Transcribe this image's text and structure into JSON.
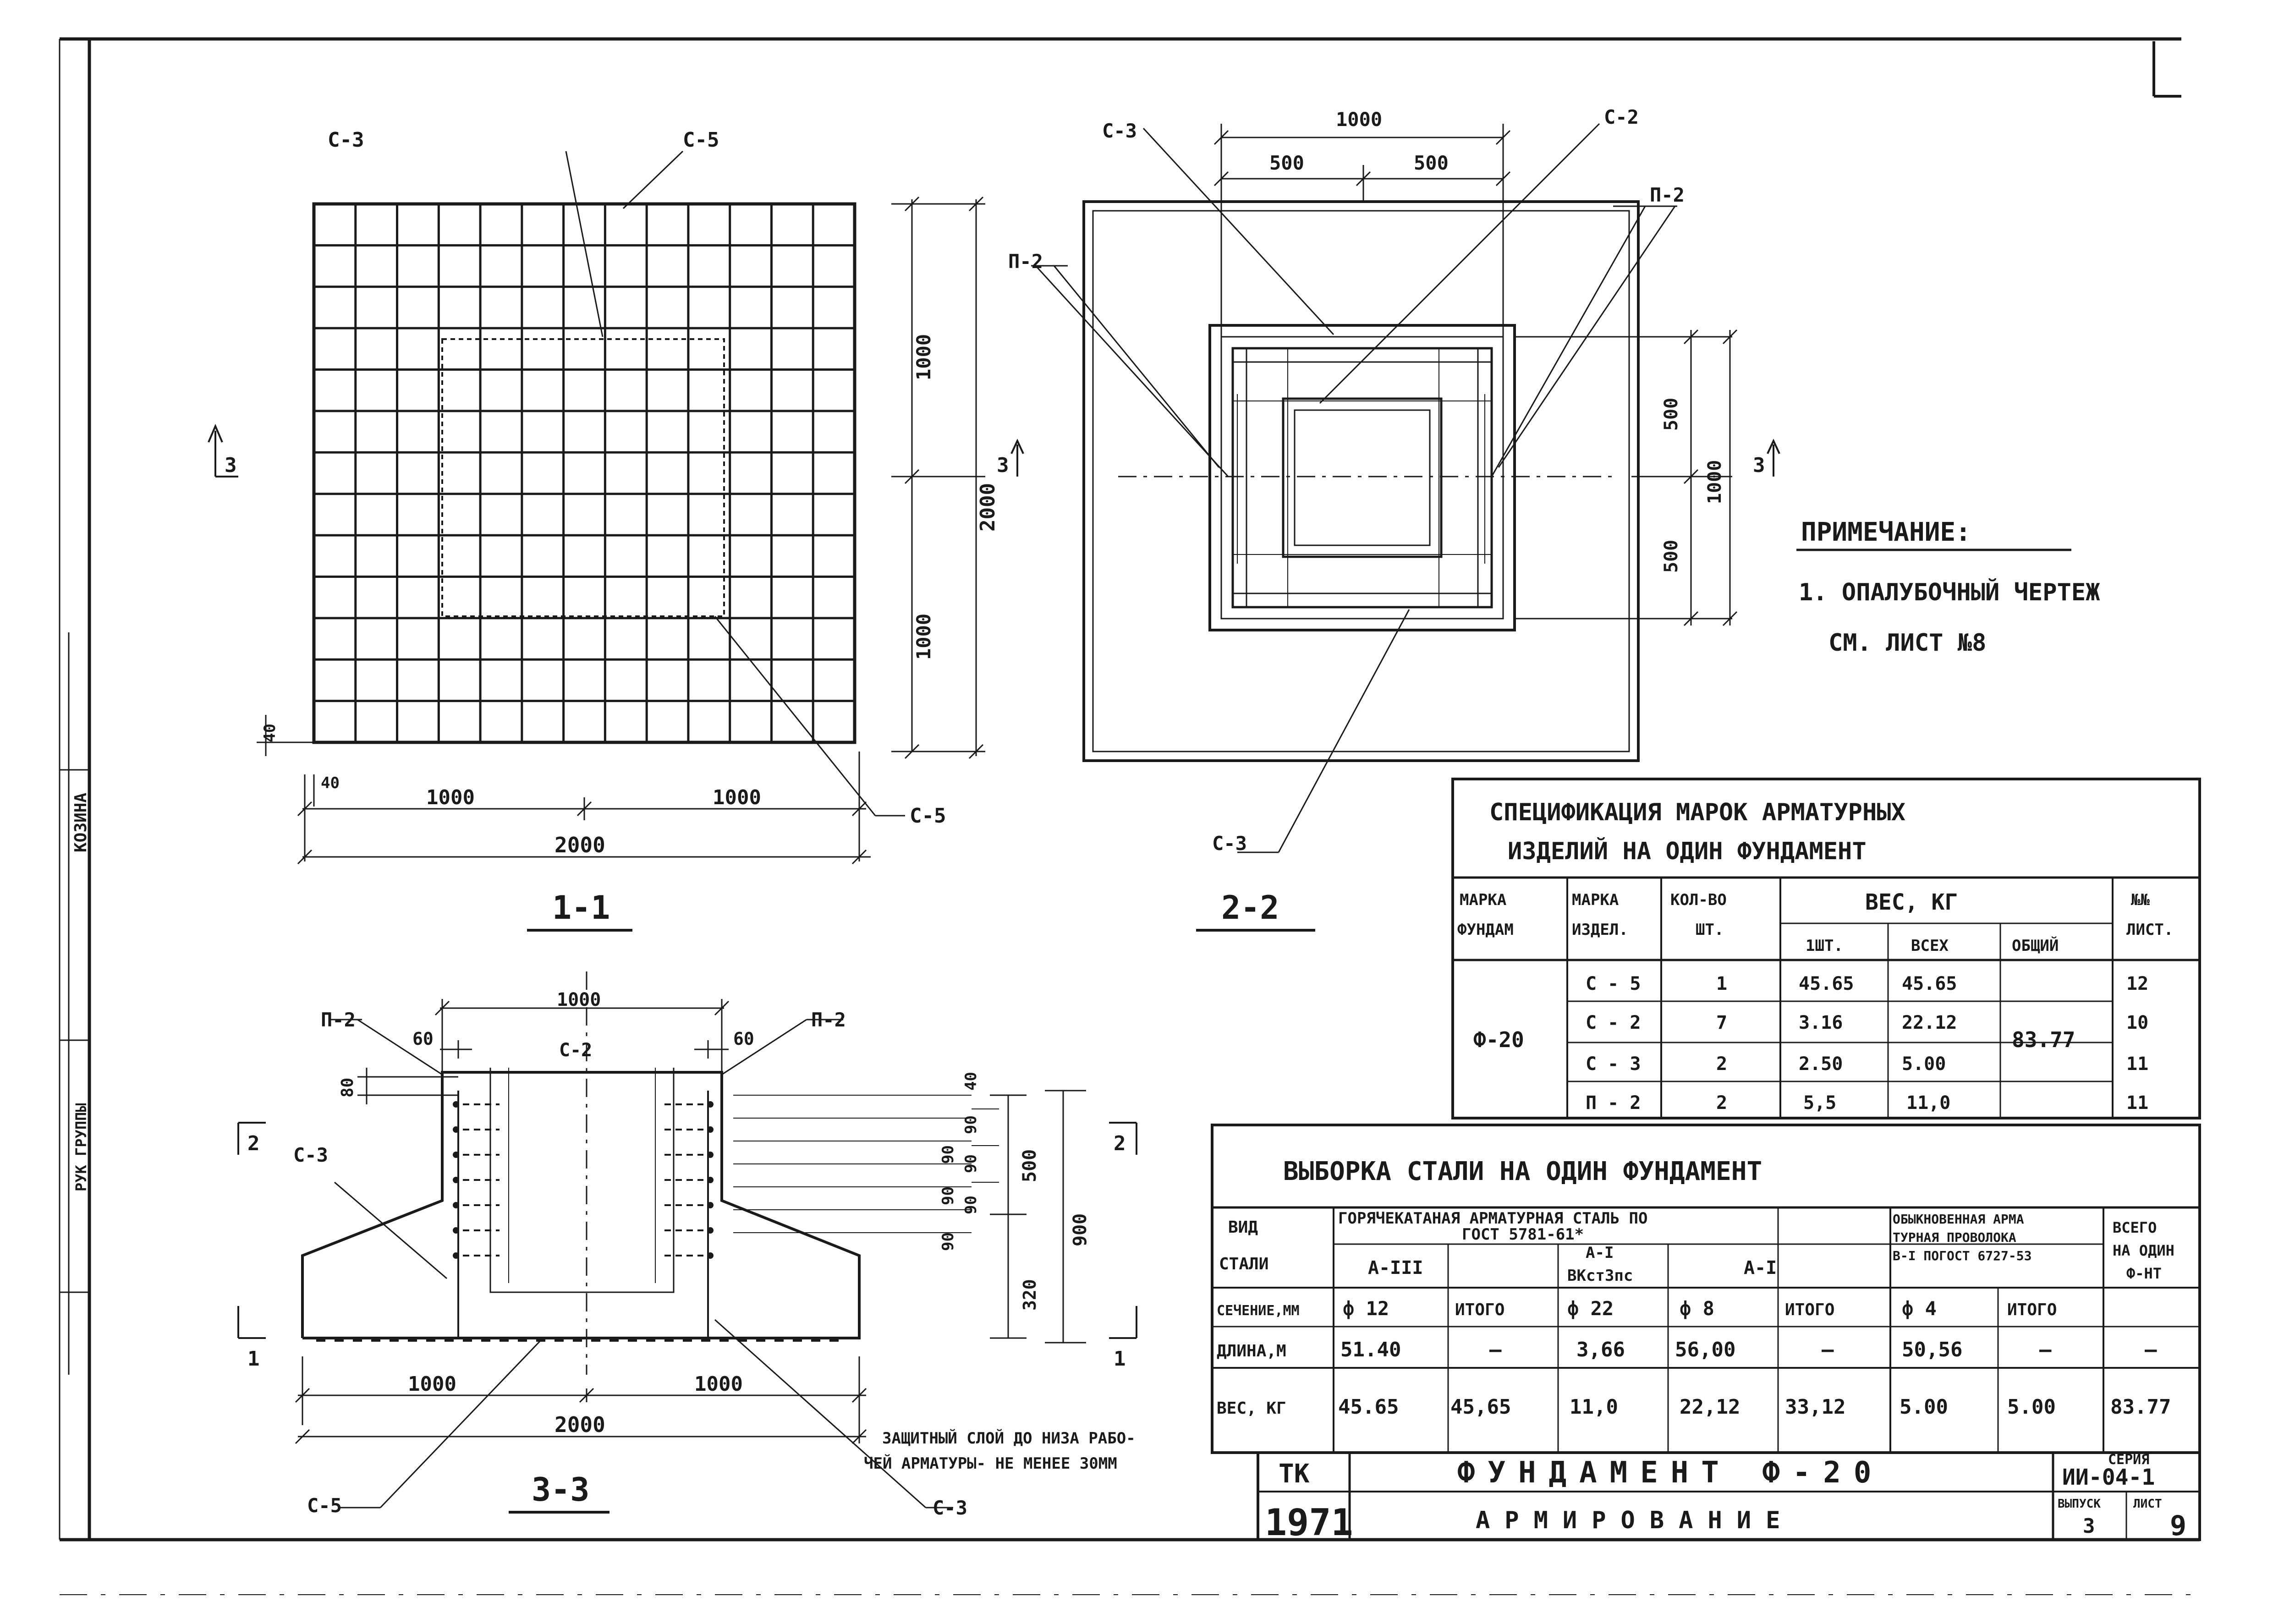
{
  "view_1_1": {
    "title": "1-1",
    "leaders": {
      "c3": "С-3",
      "c5": "С-5",
      "c3_bottom": "С-5"
    },
    "dims": {
      "left": "1000",
      "right": "1000",
      "total": "2000",
      "height_top": "1000",
      "height_total": "2000",
      "height_bottom": "1000",
      "edge_v": "40",
      "edge_h": "40"
    },
    "section_mark": "3"
  },
  "view_2_2": {
    "title": "2-2",
    "leaders": {
      "c3_top": "С-3",
      "c2": "С-2",
      "p2_left": "П-2",
      "p2_right": "П-2",
      "c3_bottom": "С-3"
    },
    "dims": {
      "top_total": "1000",
      "top_left": "500",
      "top_right": "500",
      "right_upper": "500",
      "right_lower": "500",
      "right_total": "1000"
    },
    "section_left": "3",
    "section_right": "3"
  },
  "view_3_3": {
    "title": "3-3",
    "leaders": {
      "p2_left": "П-2",
      "p2_right": "П-2",
      "c2": "С-2",
      "c3_left": "С-3",
      "c5": "С-5",
      "c3_bottom": "С-3"
    },
    "dims": {
      "top_width": "1000",
      "off_left": "60",
      "off_right": "60",
      "step_left": "80",
      "bottom_left": "1000",
      "bottom_right": "1000",
      "bottom_total": "2000",
      "r40": "40",
      "r90a": "90",
      "r90b": "90",
      "r500": "500",
      "r900": "900",
      "r320": "320",
      "l90a": "90",
      "l90b": "90",
      "l90c": "90",
      "l90d": "90"
    },
    "section_top": "2",
    "section_bottom": "1",
    "note": [
      "ЗАЩИТНЫЙ СЛОЙ ДО НИЗА РАБО-",
      "ЧЕЙ АРМАТУРЫ- НЕ МЕНЕЕ 30ММ"
    ]
  },
  "notes": {
    "heading": "ПРИМЕЧАНИЕ:",
    "line1": "1. ОПАЛУБОЧНЫЙ ЧЕРТЕЖ",
    "line2": "СМ. ЛИСТ №8"
  },
  "spec_table": {
    "title": [
      "СПЕЦИФИКАЦИЯ МАРОК АРМАТУРНЫХ",
      "ИЗДЕЛИЙ НА ОДИН ФУНДАМЕНТ"
    ],
    "headers": {
      "mark_fund": [
        "МАРКА",
        "ФУНДАМ"
      ],
      "mark_item": [
        "МАРКА",
        "ИЗДЕЛ."
      ],
      "qty": [
        "КОЛ-ВО",
        "ШТ."
      ],
      "weight": "ВЕС, КГ",
      "w1": "1ШТ.",
      "w_all": "ВСЕХ",
      "w_total": "ОБЩИЙ",
      "sheet": [
        "№№",
        "ЛИСТ."
      ]
    },
    "fund_mark": "Ф-20",
    "total_weight": "83.77",
    "rows": [
      {
        "item": "С - 5",
        "qty": "1",
        "w1": "45.65",
        "wall": "45.65",
        "sheet": "12"
      },
      {
        "item": "С - 2",
        "qty": "7",
        "w1": "3.16",
        "wall": "22.12",
        "sheet": "10"
      },
      {
        "item": "С - 3",
        "qty": "2",
        "w1": "2.50",
        "wall": "5.00",
        "sheet": "11"
      },
      {
        "item": "П - 2",
        "qty": "2",
        "w1": "5,5",
        "wall": "11,0",
        "sheet": "11"
      }
    ]
  },
  "steel_table": {
    "title": "ВЫБОРКА СТАЛИ НА ОДИН ФУНДАМЕНТ",
    "kind": [
      "ВИД",
      "СТАЛИ"
    ],
    "hot_rolled": [
      "ГОРЯЧЕКАТАНАЯ АРМАТУРНАЯ СТАЛЬ ПО",
      "ГОСТ 5781-61*"
    ],
    "cls_a3": "А-III",
    "cls_a1_top": "А-I",
    "cls_a1_sub": "ВКст3пс",
    "cls_a1": "А-I",
    "wire": [
      "ОБЫКНОВЕННАЯ АРМА",
      "ТУРНАЯ ПРОВОЛОКА",
      "В-I ПОГОСТ 6727-53"
    ],
    "total_hdr": [
      "ВСЕГО",
      "НА ОДИН",
      "Ф-НТ"
    ],
    "row_section": {
      "label": "СЕЧЕНИЕ,ММ",
      "cells": [
        "ф 12",
        "ИТОГО",
        "ф 22",
        "ф 8",
        "ИТОГО",
        "ф 4",
        "ИТОГО"
      ]
    },
    "row_length": {
      "label": "ДЛИНА,М",
      "cells": [
        "51.40",
        "—",
        "3,66",
        "56,00",
        "—",
        "50,56",
        "—",
        "—"
      ]
    },
    "row_weight": {
      "label": "ВЕС, КГ",
      "cells": [
        "45.65",
        "45,65",
        "11,0",
        "22,12",
        "33,12",
        "5.00",
        "5.00",
        "83.77"
      ]
    }
  },
  "title_block": {
    "org": "ТК",
    "year": "1971",
    "name": "ФУНДАМЕНТ Ф-20",
    "subtitle": "АРМИРОВАНИЕ",
    "series_label": "СЕРИЯ",
    "series": "ИИ-04-1",
    "issue_label": "ВЫПУСК",
    "issue": "3",
    "sheet_label": "ЛИСТ",
    "sheet": "9"
  },
  "side_stamp": {
    "dept": "РУК ГРУППЫ",
    "name": "КОЗИНА"
  }
}
